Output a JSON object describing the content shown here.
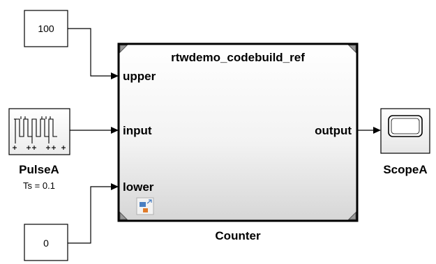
{
  "diagram": {
    "constant_upper": {
      "value": "100"
    },
    "pulse_generator": {
      "name": "PulseA",
      "sample_time": "Ts = 0.1",
      "icon": "pulse-train-icon"
    },
    "constant_lower": {
      "value": "0"
    },
    "model_block": {
      "model_name": "rtwdemo_codebuild_ref",
      "block_name": "Counter",
      "inputs": [
        "upper",
        "input",
        "lower"
      ],
      "outputs": [
        "output"
      ],
      "badge_icon": "model-reference-icon"
    },
    "scope": {
      "name": "ScopeA",
      "icon": "scope-screen-icon"
    }
  },
  "colors": {
    "line": "#000000",
    "block_fill_top": "#ffffff",
    "block_fill_bottom": "#d9d9d9",
    "badge_blue": "#4a7fc1",
    "badge_orange": "#e07b2a"
  }
}
